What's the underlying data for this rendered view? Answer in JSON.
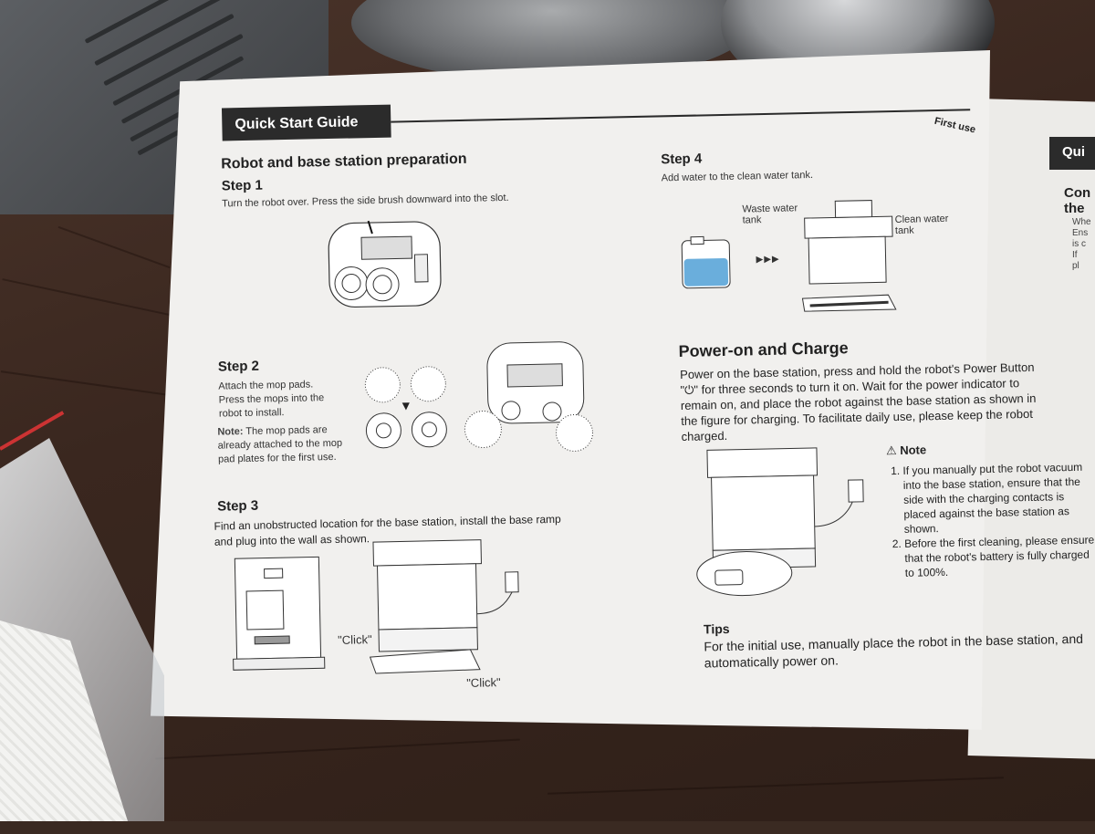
{
  "banner": {
    "title": "Quick Start Guide",
    "corner": "First use"
  },
  "preparation": {
    "heading": "Robot and base station preparation",
    "step1": {
      "title": "Step 1",
      "text": "Turn the robot over. Press the side brush downward into the slot."
    },
    "step2": {
      "title": "Step 2",
      "text": "Attach the mop pads. Press the mops into the robot to install.",
      "note_label": "Note:",
      "note_text": "The mop pads are already attached to the mop pad plates for the first use."
    },
    "step3": {
      "title": "Step 3",
      "text": "Find an unobstructed location for the base station, install the base ramp and plug into the wall as shown.",
      "click1": "\"Click\"",
      "click2": "\"Click\""
    }
  },
  "step4": {
    "title": "Step 4",
    "text": "Add water to the clean water tank.",
    "waste_label": "Waste water tank",
    "clean_label": "Clean water tank"
  },
  "power": {
    "heading": "Power-on and Charge",
    "text": "Power on the base station, press and hold the robot's Power Button \"⏻\" for three seconds to turn it on. Wait for the power indicator to remain on, and place the robot against the base station as shown in the figure for charging. To facilitate daily use, please keep the robot charged.",
    "note_heading": "Note",
    "notes": [
      "If you manually put the robot vacuum into the base station, ensure that the side with the charging contacts is placed against the base station as shown.",
      "Before the first cleaning, please ensure that the robot's battery is fully charged to 100%."
    ],
    "tips_heading": "Tips",
    "tips_text": "For the initial use, manually place the robot in the base station, and automatically power on."
  },
  "right_page": {
    "tab": "Qui",
    "heading_line1": "Con",
    "heading_line2": "the",
    "lines": [
      "Whe",
      "Ens",
      "is c",
      "If",
      "pl"
    ]
  },
  "icons": [
    "warning-icon",
    "arrow-down-icon",
    "play-arrows-icon"
  ]
}
